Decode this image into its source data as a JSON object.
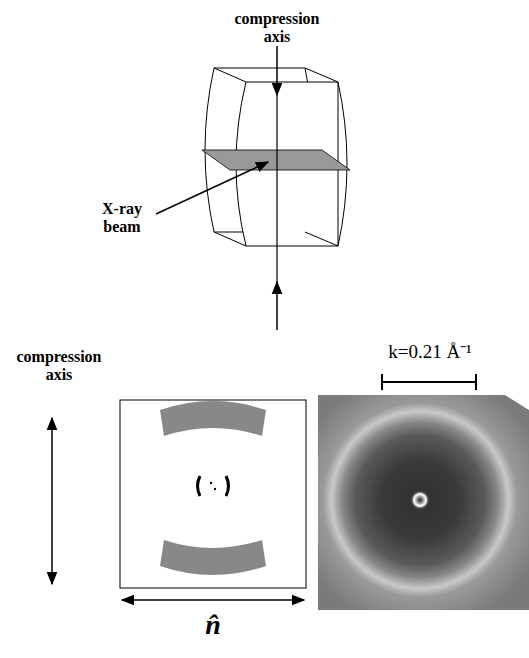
{
  "diagram": {
    "labels": [
      "compression axis",
      "X-ray beam",
      "compression axis",
      "n̂",
      "k=0.21 Å⁻¹"
    ]
  }
}
